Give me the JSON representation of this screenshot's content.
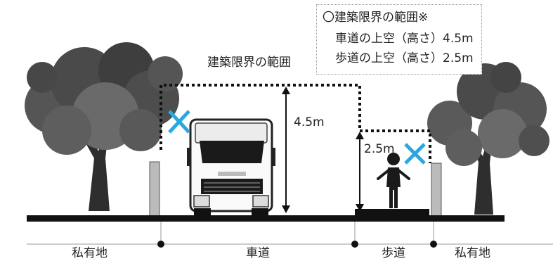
{
  "legend": {
    "title": "〇建築限界の範囲※",
    "roadway_line": "車道の上空（高さ）4.5m",
    "sidewalk_line": "歩道の上空（高さ）2.5m"
  },
  "labels": {
    "clearance": "建築限界の範囲",
    "roadway_height": "4.5m",
    "sidewalk_height": "2.5m"
  },
  "zones": {
    "private_left": "私有地",
    "roadway": "車道",
    "sidewalk": "歩道",
    "private_right": "私有地"
  },
  "colors": {
    "cross": "#2aa7e0",
    "tree": "#5a5a5a",
    "ground": "#111111"
  }
}
